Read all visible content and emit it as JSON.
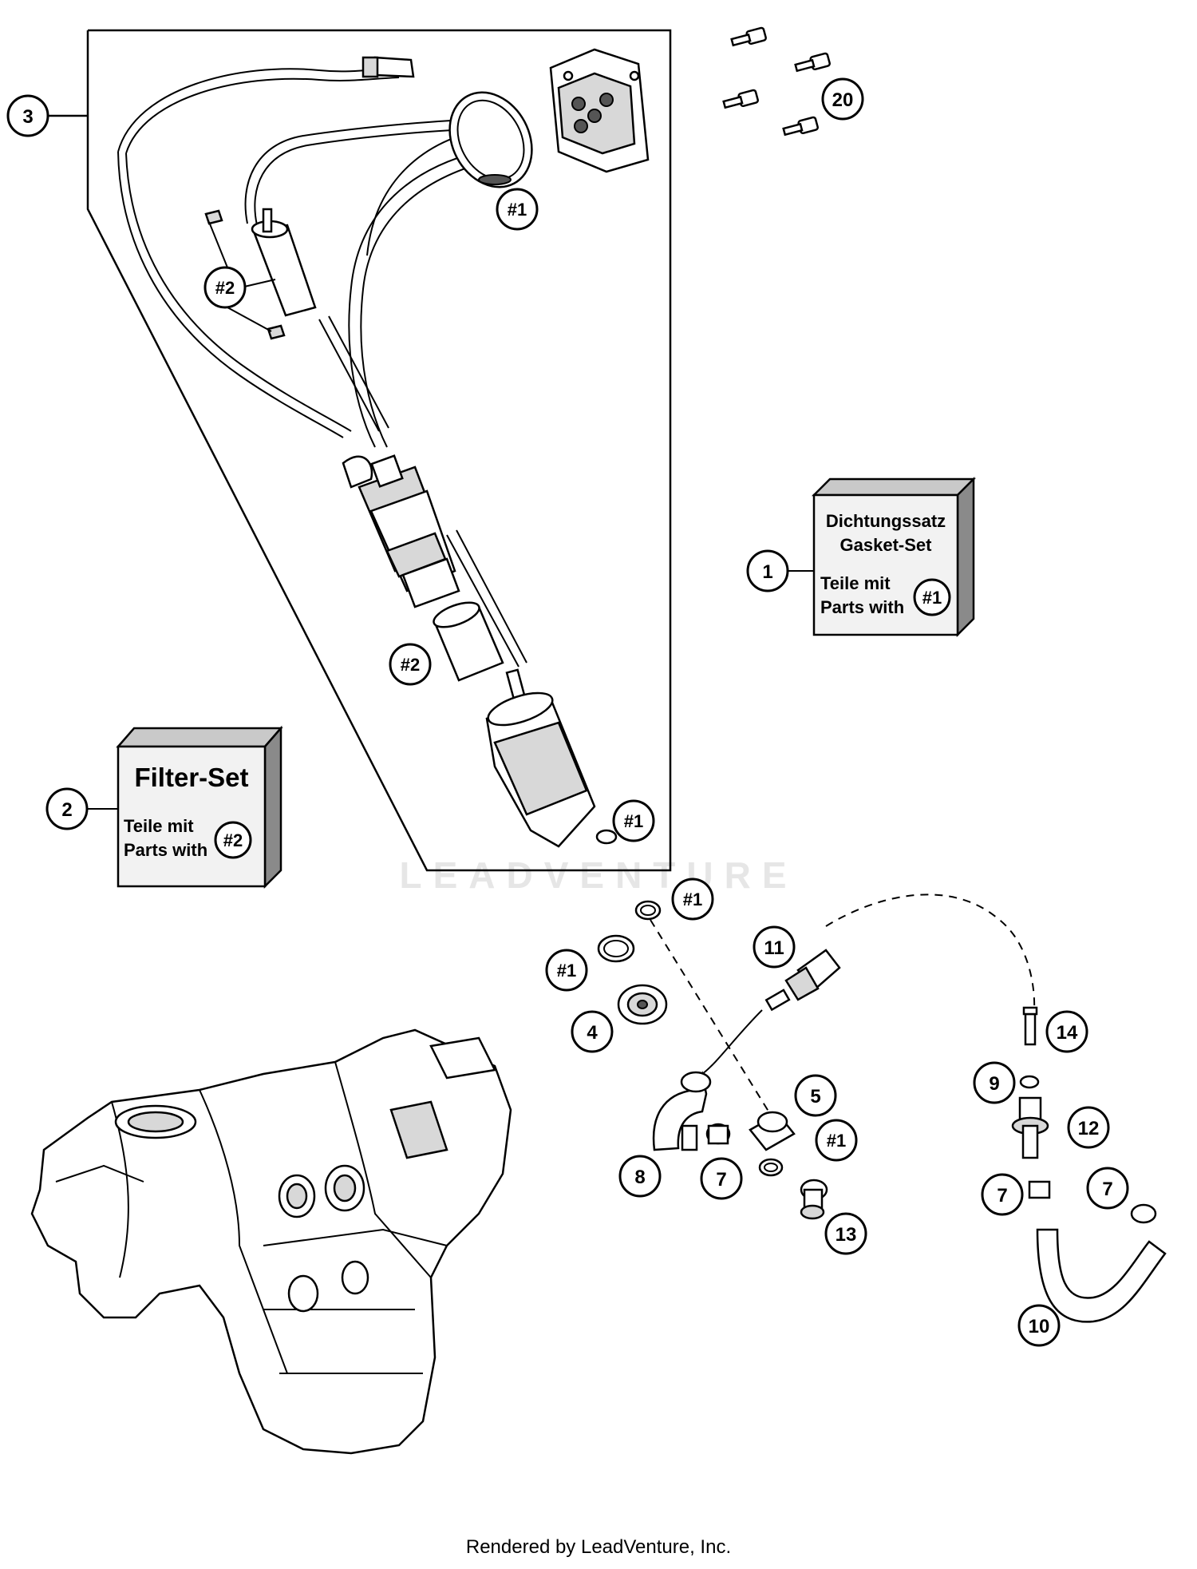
{
  "watermark": "LEADVENTURE",
  "footer": "Rendered by LeadVenture, Inc.",
  "kits": {
    "gasket_set": {
      "line1": "Dichtungssatz",
      "line2": "Gasket-Set",
      "line3": "Teile mit",
      "line4": "Parts with",
      "ref": "#1"
    },
    "filter_set": {
      "title": "Filter-Set",
      "line1": "Teile mit",
      "line2": "Parts with",
      "ref": "#2"
    }
  },
  "callouts": {
    "c1": "1",
    "c2": "2",
    "c3": "3",
    "c4": "4",
    "c5": "5",
    "c7a": "7",
    "c7b": "7",
    "c7c": "7",
    "c8": "8",
    "c9": "9",
    "c10": "10",
    "c11": "11",
    "c12": "12",
    "c13": "13",
    "c14": "14",
    "c20": "20",
    "h1a": "#1",
    "h1b": "#1",
    "h1c": "#1",
    "h1d": "#1",
    "h1e": "#1",
    "h2a": "#2",
    "h2b": "#2"
  }
}
